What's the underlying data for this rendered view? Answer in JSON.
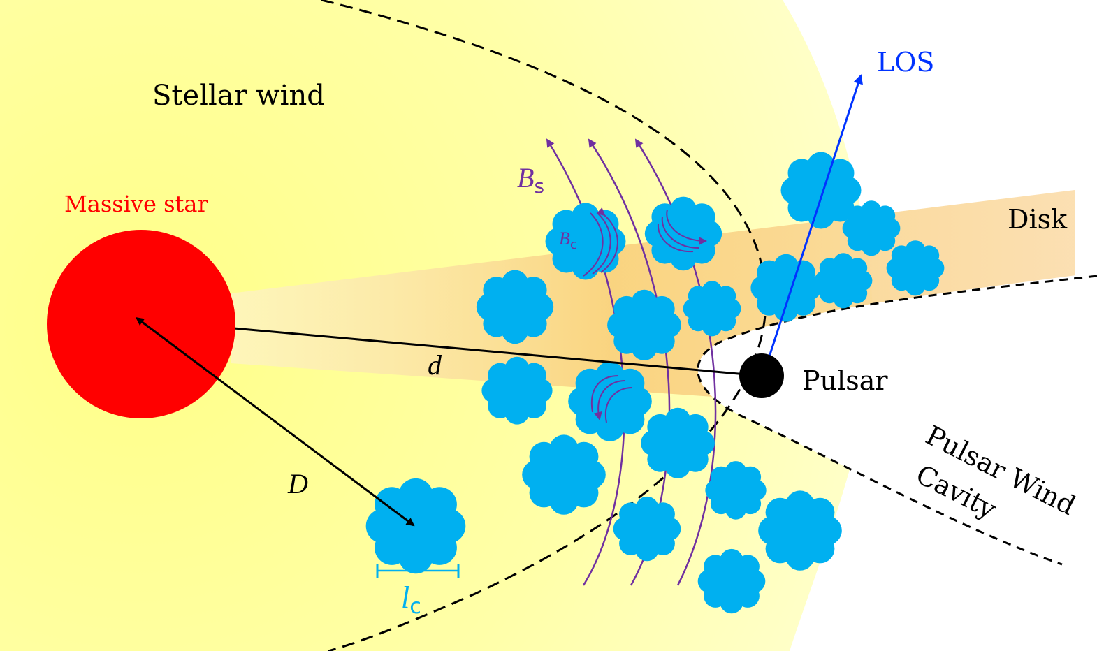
{
  "labels": {
    "stellar_wind": "Stellar wind",
    "massive_star": "Massive star",
    "disk": "Disk",
    "pulsar": "Pulsar",
    "los": "LOS",
    "pulsar_wind_cavity_line1": "Pulsar Wind",
    "pulsar_wind_cavity_line2": "Cavity"
  },
  "symbols": {
    "d_main": "d",
    "D_main": "D",
    "Bs_main": "B",
    "Bs_sub": "s",
    "Bc_main": "B",
    "Bc_sub": "c",
    "lc_main": "l",
    "lc_sub": "c"
  },
  "colors": {
    "wind_fill": "#ffff99",
    "star": "#ff0000",
    "clump": "#00b0f0",
    "field_lines": "#7030a0",
    "los_arrow": "#0033ff",
    "massive_star_label": "#ff0000",
    "lc_label": "#00b0f0",
    "disk": "#f8c878"
  }
}
